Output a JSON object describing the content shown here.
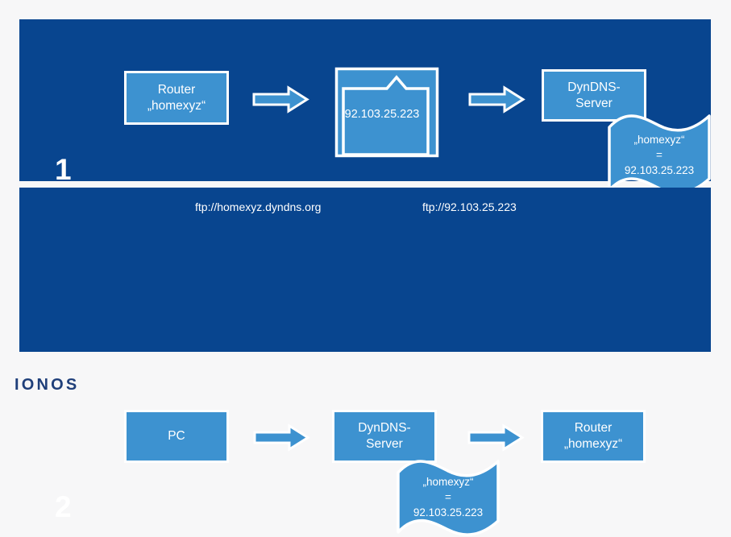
{
  "brand": {
    "name": "IONOS",
    "color": "#1f3f7a"
  },
  "colors": {
    "page_background": "#f7f7f8",
    "panel_background": "#08458f",
    "box_fill": "#3d92d0",
    "box_border": "#ffffff",
    "text": "#ffffff"
  },
  "panels": [
    {
      "step_number": "1",
      "nodes": {
        "router": "Router\n„homexyz“",
        "envelope_ip": "92.103.25.223",
        "dyndns_server": "DynDNS-\nServer",
        "flag_mapping": "„homexyz“\n=\n92.103.25.223"
      }
    },
    {
      "step_number": "2",
      "labels": {
        "url_left": "ftp://homexyz.dyndns.org",
        "url_right": "ftp://92.103.25.223"
      },
      "nodes": {
        "pc": "PC",
        "dyndns_server": "DynDNS-\nServer",
        "router": "Router\n„homexyz“",
        "flag_mapping": "„homexyz“\n=\n92.103.25.223"
      }
    }
  ],
  "icons": {
    "arrow": "right-arrow-icon",
    "envelope": "envelope-icon",
    "flag": "wavy-flag-icon"
  }
}
